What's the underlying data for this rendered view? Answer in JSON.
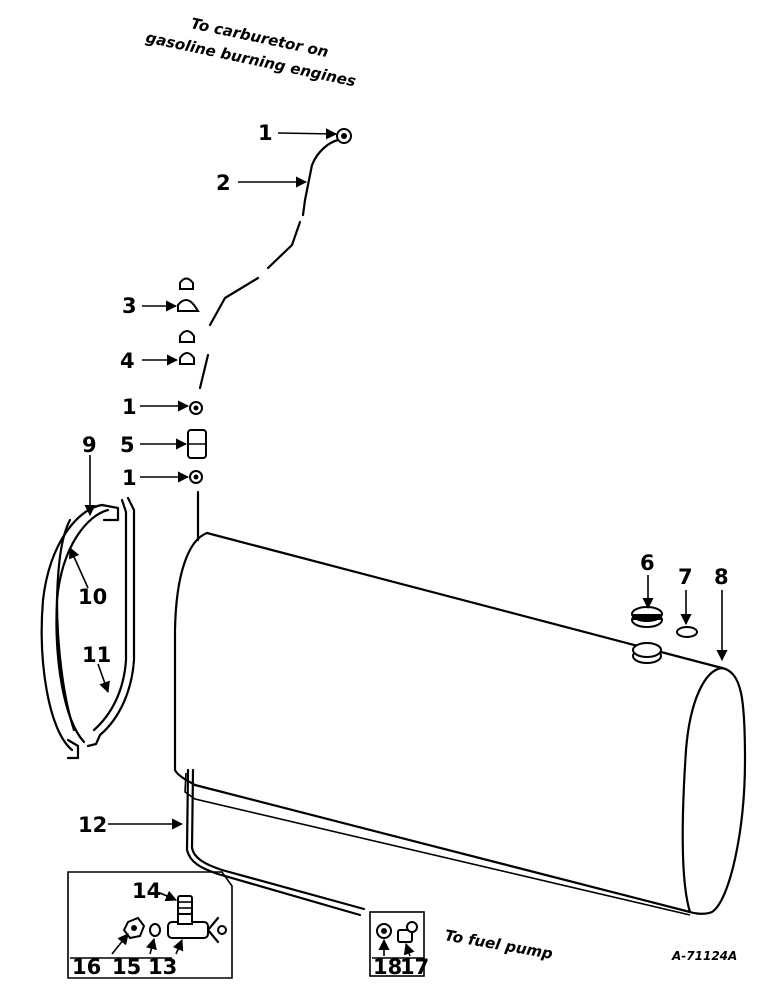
{
  "captions": {
    "carburetor_line1": "To carburetor on",
    "carburetor_line2": "gasoline burning engines",
    "fuel_pump": "To fuel pump",
    "drawing_ref": "A-71124A"
  },
  "callouts": {
    "c1_top": "1",
    "c2": "2",
    "c3": "3",
    "c4": "4",
    "c1_mid": "1",
    "c5": "5",
    "c1_low": "1",
    "c6": "6",
    "c7": "7",
    "c8": "8",
    "c9": "9",
    "c10": "10",
    "c11": "11",
    "c12": "12",
    "c13": "13",
    "c14": "14",
    "c15": "15",
    "c16": "16",
    "c17": "17",
    "c18": "18"
  }
}
